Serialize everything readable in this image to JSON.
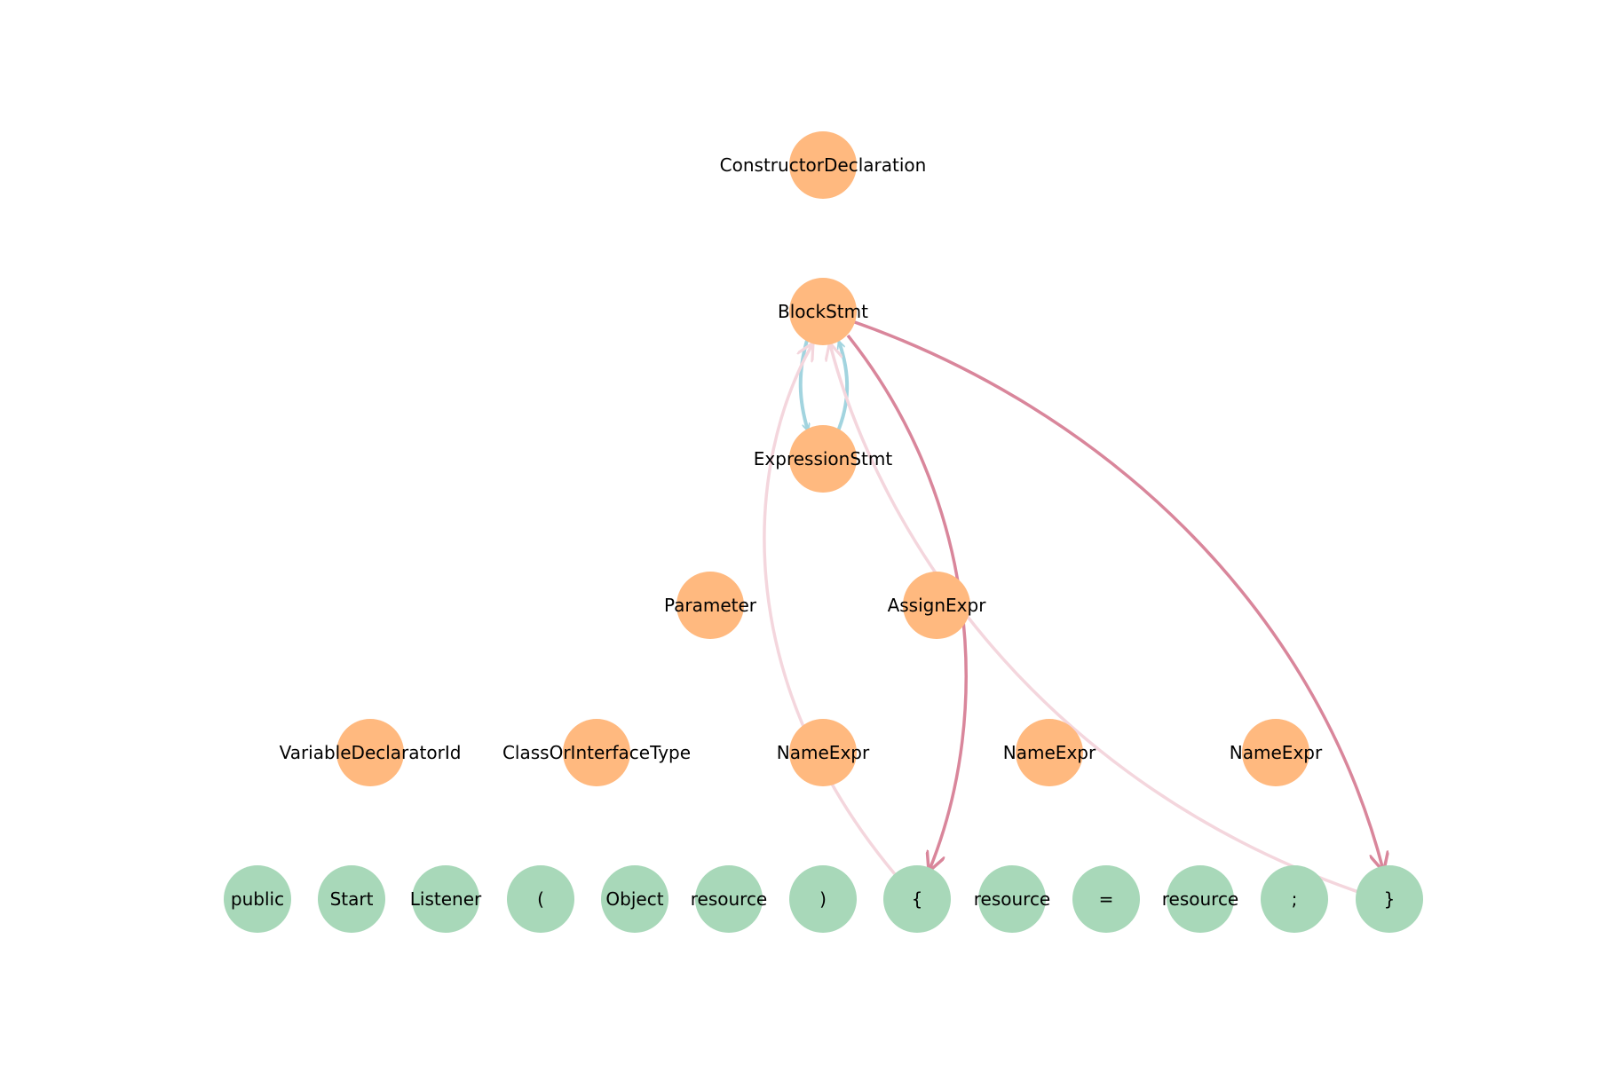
{
  "colors": {
    "ast_node": "#ffb97f",
    "token_node": "#a8d8b9",
    "ast_edge": "#a2d4df",
    "token_edge": "#d9869b",
    "faint_edge": "#f4d6dd",
    "label": "#000000"
  },
  "nodes": [
    {
      "id": "n_ctor",
      "label": "ConstructorDeclaration",
      "kind": "ast"
    },
    {
      "id": "n_block",
      "label": "BlockStmt",
      "kind": "ast"
    },
    {
      "id": "n_exprstmt",
      "label": "ExpressionStmt",
      "kind": "ast"
    },
    {
      "id": "n_param",
      "label": "Parameter",
      "kind": "ast"
    },
    {
      "id": "n_assign",
      "label": "AssignExpr",
      "kind": "ast"
    },
    {
      "id": "n_vardecl",
      "label": "VariableDeclaratorId",
      "kind": "ast"
    },
    {
      "id": "n_classtype",
      "label": "ClassOrInterfaceType",
      "kind": "ast"
    },
    {
      "id": "n_name1",
      "label": "NameExpr",
      "kind": "ast"
    },
    {
      "id": "n_name2",
      "label": "NameExpr",
      "kind": "ast"
    },
    {
      "id": "n_name3",
      "label": "NameExpr",
      "kind": "ast"
    },
    {
      "id": "t_public",
      "label": "public",
      "kind": "token"
    },
    {
      "id": "t_start",
      "label": "Start",
      "kind": "token"
    },
    {
      "id": "t_listener",
      "label": "Listener",
      "kind": "token"
    },
    {
      "id": "t_lparen",
      "label": "(",
      "kind": "token"
    },
    {
      "id": "t_object",
      "label": "Object",
      "kind": "token"
    },
    {
      "id": "t_resource1",
      "label": "resource",
      "kind": "token"
    },
    {
      "id": "t_rparen",
      "label": ")",
      "kind": "token"
    },
    {
      "id": "t_lbrace",
      "label": "{",
      "kind": "token"
    },
    {
      "id": "t_resource2",
      "label": "resource",
      "kind": "token"
    },
    {
      "id": "t_equals",
      "label": "=",
      "kind": "token"
    },
    {
      "id": "t_resource3",
      "label": "resource",
      "kind": "token"
    },
    {
      "id": "t_semi",
      "label": ";",
      "kind": "token"
    },
    {
      "id": "t_rbrace",
      "label": "}",
      "kind": "token"
    }
  ],
  "edges": [
    {
      "id": "e_block_to_expr",
      "from": "n_block",
      "to": "n_exprstmt",
      "style": "ast"
    },
    {
      "id": "e_expr_to_block",
      "from": "n_exprstmt",
      "to": "n_block",
      "style": "ast"
    },
    {
      "id": "e_block_to_lbrace",
      "from": "n_block",
      "to": "t_lbrace",
      "style": "token"
    },
    {
      "id": "e_block_to_rbrace",
      "from": "n_block",
      "to": "t_rbrace",
      "style": "token"
    },
    {
      "id": "e_lbrace_to_block",
      "from": "t_lbrace",
      "to": "n_block",
      "style": "faint"
    },
    {
      "id": "e_rbrace_to_block",
      "from": "t_rbrace",
      "to": "n_block",
      "style": "faint"
    }
  ]
}
